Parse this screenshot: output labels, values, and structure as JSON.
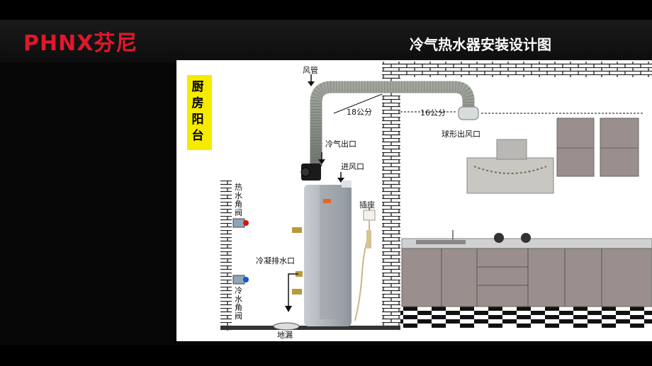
{
  "header": {
    "logo_text": "PHNX芬尼",
    "title": "冷气热水器安装设计图"
  },
  "badge": {
    "text": "厨房阳台"
  },
  "labels": {
    "air_duct": "风管",
    "duct_18": "18公分",
    "duct_16": "16公分",
    "ball_outlet": "球形出风口",
    "cold_air_outlet": "冷气出口",
    "air_inlet": "进风口",
    "socket": "插座",
    "hot_water_valve": "热水角阀",
    "cold_water_valve": "冷水角阀",
    "condensate_outlet": "冷凝排水口",
    "floor_drain": "地漏"
  },
  "colors": {
    "brand_red": "#e0182b",
    "badge_yellow": "#f5ea00",
    "duct_gray": "#8a9088",
    "unit_gray": "#a9aeb4",
    "cabinet_taupe": "#9a8f8c"
  }
}
